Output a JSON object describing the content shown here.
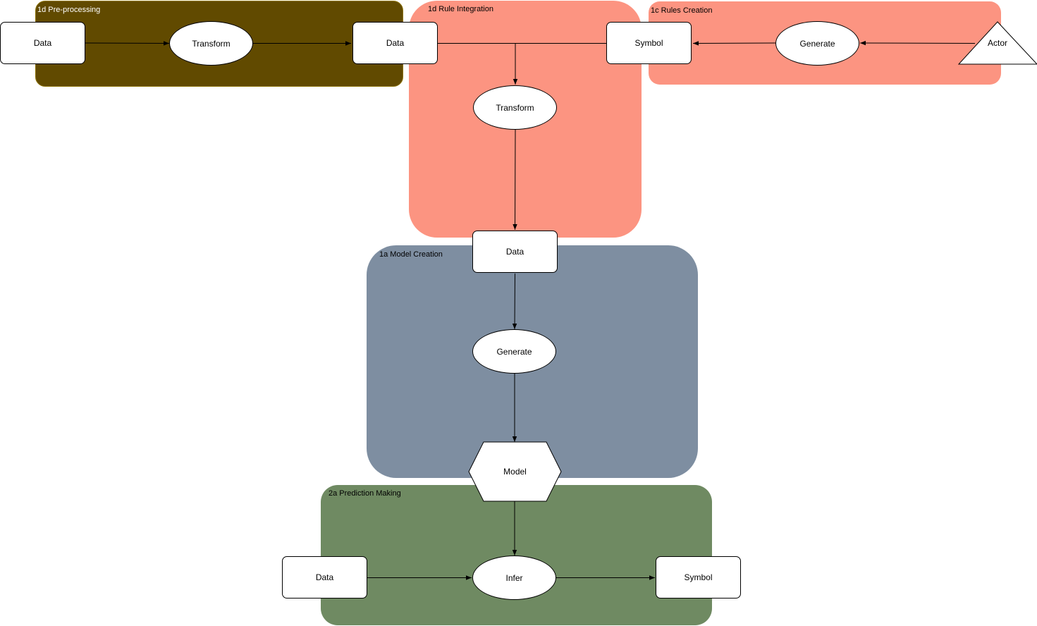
{
  "groups": {
    "preprocessing": {
      "label": "1d Pre-processing",
      "color": "#614a00",
      "label_color": "#ffffff"
    },
    "rule_integration": {
      "label": "1d Rule Integration",
      "color": "#fc9481",
      "label_color": "#000000"
    },
    "rules_creation": {
      "label": "1c Rules Creation",
      "color": "#fc9481",
      "label_color": "#000000"
    },
    "model_creation": {
      "label": "1a Model Creation",
      "color": "#7e8ea1",
      "label_color": "#000000"
    },
    "prediction_making": {
      "label": "2a Prediction Making",
      "color": "#6f8a62",
      "label_color": "#000000"
    }
  },
  "nodes": {
    "pre_data": "Data",
    "pre_transform": "Transform",
    "int_data": "Data",
    "int_transform": "Transform",
    "symbol_top": "Symbol",
    "generate_top": "Generate",
    "actor": "Actor",
    "model_data": "Data",
    "model_generate": "Generate",
    "model": "Model",
    "pred_data": "Data",
    "infer": "Infer",
    "pred_symbol": "Symbol"
  }
}
